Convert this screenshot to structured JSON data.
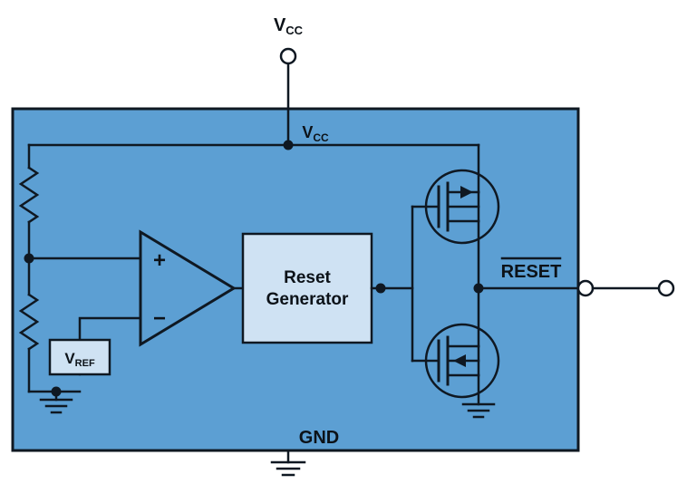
{
  "labels": {
    "vcc_top": {
      "main": "V",
      "sub": "CC"
    },
    "vcc_inner": {
      "main": "V",
      "sub": "CC"
    },
    "vref": {
      "main": "V",
      "sub": "REF"
    },
    "reset_generator": {
      "line1": "Reset",
      "line2": "Generator"
    },
    "reset_output": "RESET",
    "gnd": "GND",
    "comparator_plus": "+",
    "comparator_minus": "−"
  },
  "colors": {
    "ic_fill": "#5C9FD3",
    "inner_box_fill": "#CFE2F3",
    "line": "#0F1822",
    "background": "#FFFFFF"
  }
}
